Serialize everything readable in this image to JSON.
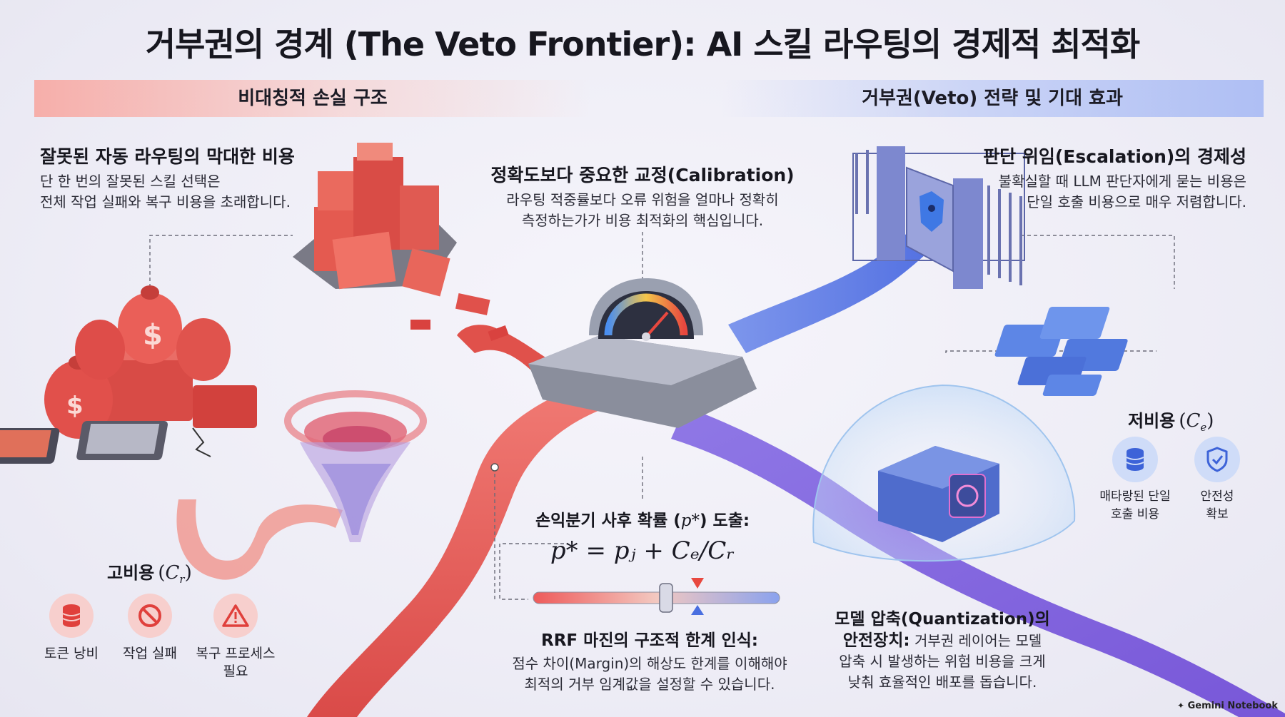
{
  "title": "거부권의 경계 (The Veto Frontier): AI 스킬 라우팅의 경제적 최적화",
  "banners": {
    "left": "비대칭적 손실 구조",
    "right": "거부권(Veto) 전략 및 기대 효과"
  },
  "misrouting": {
    "heading": "잘못된 자동 라우팅의 막대한 비용",
    "lines": [
      "단 한 번의 잘못된 스킬 선택은",
      "전체 작업 실패와 복구 비용을 초래합니다."
    ]
  },
  "calibration": {
    "heading": "정확도보다 중요한 교정(Calibration)",
    "lines": [
      "라우팅 적중률보다 오류 위험을 얼마나 정확히",
      "측정하는가가 비용 최적화의 핵심입니다."
    ]
  },
  "escalation": {
    "heading": "판단 위임(Escalation)의 경제성",
    "lines": [
      "불확실할 때 LLM 판단자에게 묻는 비용은",
      "단일 호출 비용으로 매우 저렴합니다."
    ]
  },
  "high_cost": {
    "label": "고비용",
    "symbol": "C",
    "sub": "r",
    "items": [
      {
        "icon": "database-icon",
        "label": "토큰 낭비"
      },
      {
        "icon": "prohibited-icon",
        "label": "작업 실패"
      },
      {
        "icon": "warning-icon",
        "label": "복구 프로세스 필요"
      }
    ]
  },
  "low_cost": {
    "label": "저비용",
    "symbol": "C",
    "sub": "e",
    "items": [
      {
        "icon": "database-icon",
        "label": "매타랑된 단일 호출 비용"
      },
      {
        "icon": "shield-check-icon",
        "label": "안전성 확보"
      }
    ]
  },
  "breakeven": {
    "heading": "손익분기 사후 확률",
    "symbol": "p*",
    "heading_suffix": "도출:",
    "formula": "p* = pⱼ + Cₑ/Cᵣ"
  },
  "rrf": {
    "heading": "RRF 마진의 구조적 한계 인식:",
    "lines": [
      "점수 차이(Margin)의 해상도 한계를 이해해야",
      "최적의 거부 임계값을 설정할 수 있습니다."
    ]
  },
  "quantization": {
    "heading1": "모델 압축(Quantization)의",
    "heading2": "안전장치:",
    "line1_rest": "거부권 레이어는 모델",
    "lines": [
      "압축 시 발생하는 위험 비용을 크게",
      "낮춰 효율적인 배포를 돕습니다."
    ]
  },
  "brand": "Gemini Notebook",
  "colors": {
    "red": "#e8534f",
    "blue": "#5b78e0",
    "purple": "#8a6be0"
  }
}
